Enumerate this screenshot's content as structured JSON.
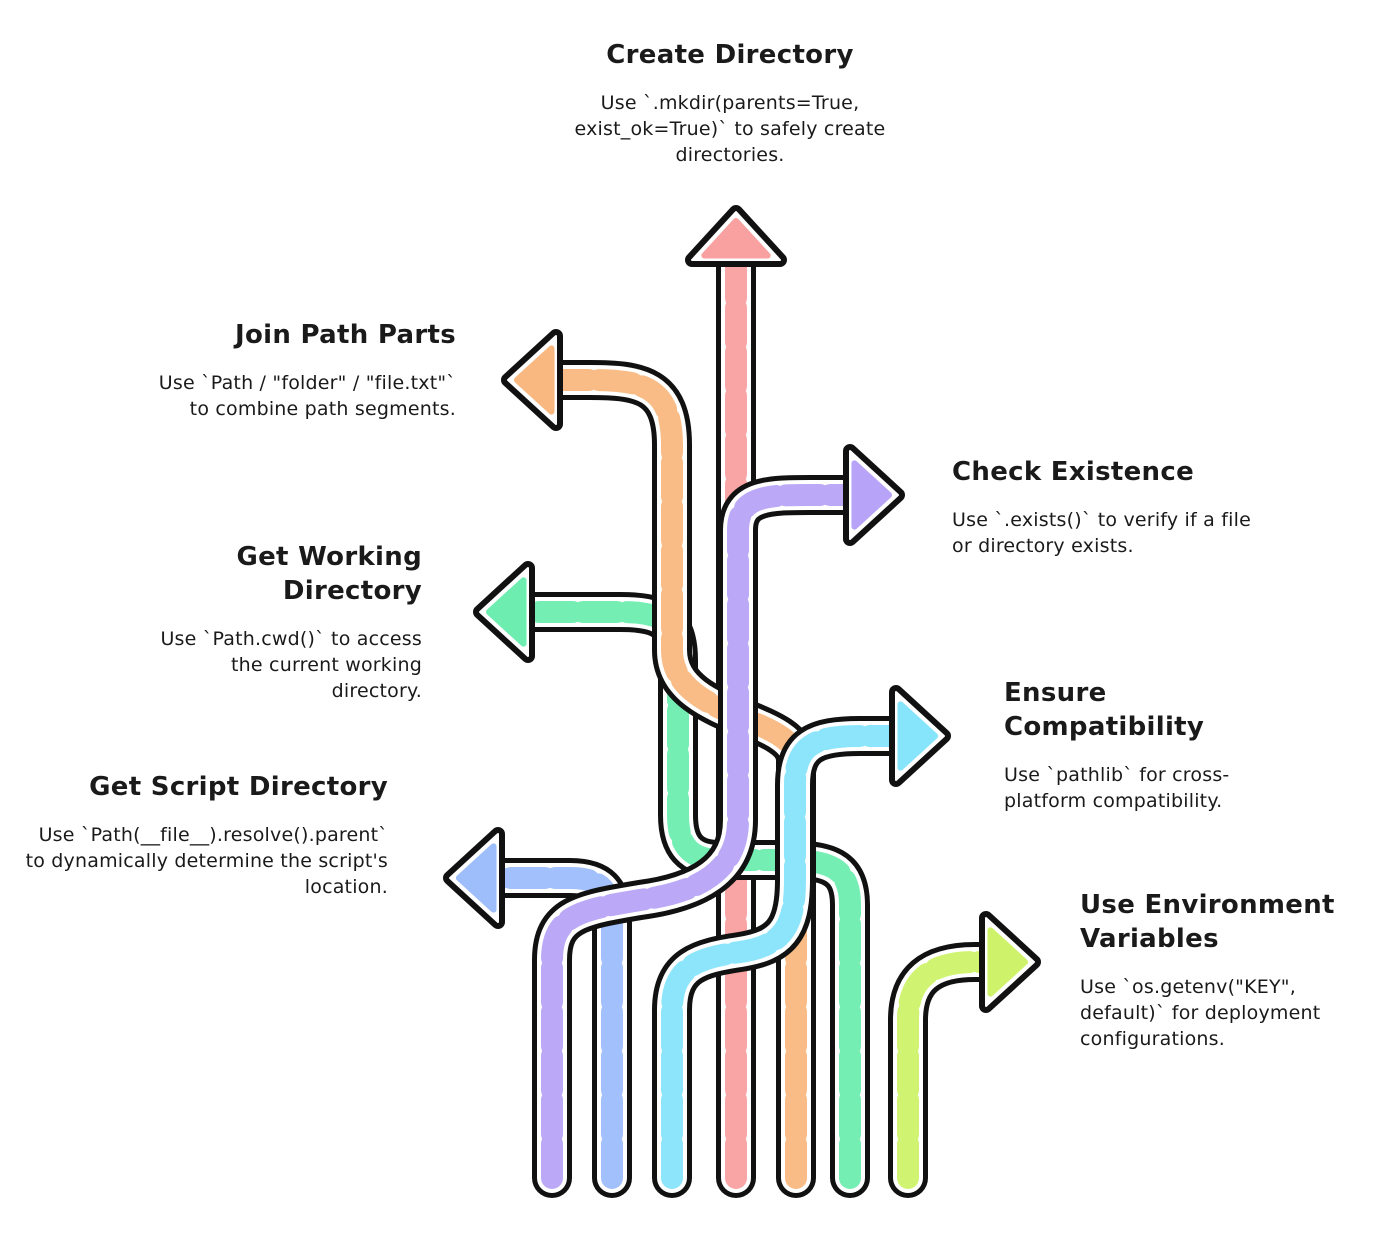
{
  "nodes": [
    {
      "id": "create",
      "title": "Create Directory",
      "desc": "Use `.mkdir(parents=True, exist_ok=True)` to safely create directories.",
      "color": "#f9a0a0"
    },
    {
      "id": "join",
      "title": "Join Path Parts",
      "desc": "Use `Path / \"folder\" / \"file.txt\"` to combine path segments.",
      "color": "#f9b880"
    },
    {
      "id": "cwd",
      "title": "Get Working Directory",
      "desc": "Use `Path.cwd()` to access the current working directory.",
      "color": "#6eedb0"
    },
    {
      "id": "script",
      "title": "Get Script Directory",
      "desc": "Use `Path(__file__).resolve().parent` to dynamically determine the script's location.",
      "color": "#9dbdfb"
    },
    {
      "id": "exists",
      "title": "Check Existence",
      "desc": "Use `.exists()` to verify if a file or directory exists.",
      "color": "#b7a3f7"
    },
    {
      "id": "compat",
      "title": "Ensure Compatibility",
      "desc": "Use `pathlib` for cross-platform compatibility.",
      "color": "#86e4fb"
    },
    {
      "id": "env",
      "title": "Use Environment Variables",
      "desc": "Use `os.getenv(\"KEY\", default)` for deployment configurations.",
      "color": "#cef36a"
    }
  ],
  "colors": {
    "outline": "#111111",
    "text": "#1a1a1a",
    "background": "#ffffff"
  }
}
